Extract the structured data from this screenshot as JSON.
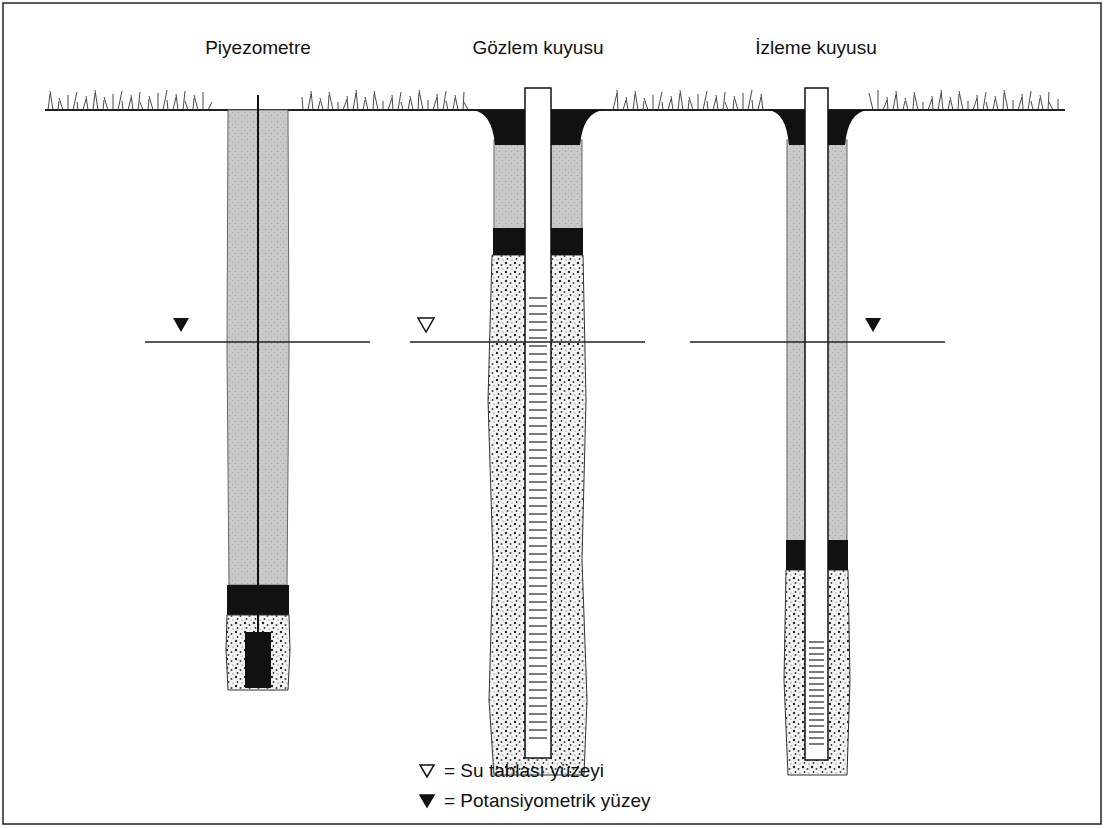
{
  "diagram": {
    "labels": [
      "Piyezometre",
      "Gözlem kuyusu",
      "İzleme kuyusu"
    ],
    "legend": [
      {
        "text": "= Su tablası yüzeyi"
      },
      {
        "text": "= Potansiyometrik yüzey"
      }
    ]
  }
}
